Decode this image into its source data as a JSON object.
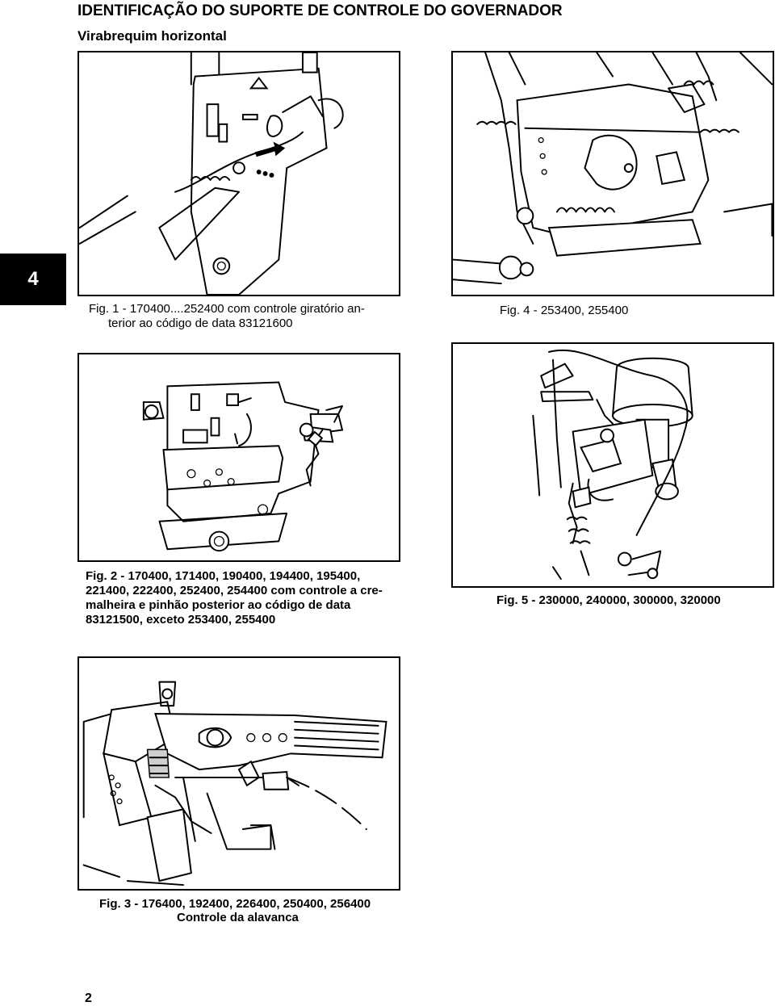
{
  "header": {
    "title": "IDENTIFICAÇÃO DO SUPORTE DE CONTROLE DO GOVERNADOR",
    "subtitle": "Virabrequim horizontal"
  },
  "section_tab": "4",
  "figures": {
    "fig1": {
      "caption_line1": "Fig. 1 - 170400....252400 com controle giratório an-",
      "caption_line2": "terior ao código de data 83121600"
    },
    "fig4": {
      "caption": "Fig. 4 - 253400, 255400"
    },
    "fig2": {
      "caption_line1": "Fig. 2 - 170400, 171400, 190400, 194400, 195400,",
      "caption_line2": "221400, 222400, 252400, 254400 com controle a cre-",
      "caption_line3": "malheira e pinhão posterior ao código de data",
      "caption_line4": "83121500, exceto 253400, 255400"
    },
    "fig5": {
      "caption": "Fig. 5 - 230000, 240000, 300000, 320000"
    },
    "fig3": {
      "caption_line1": "Fig. 3 - 176400, 192400, 226400, 250400, 256400",
      "caption_line2": "Controle da alavanca"
    }
  },
  "footer": {
    "page_number": "2"
  }
}
